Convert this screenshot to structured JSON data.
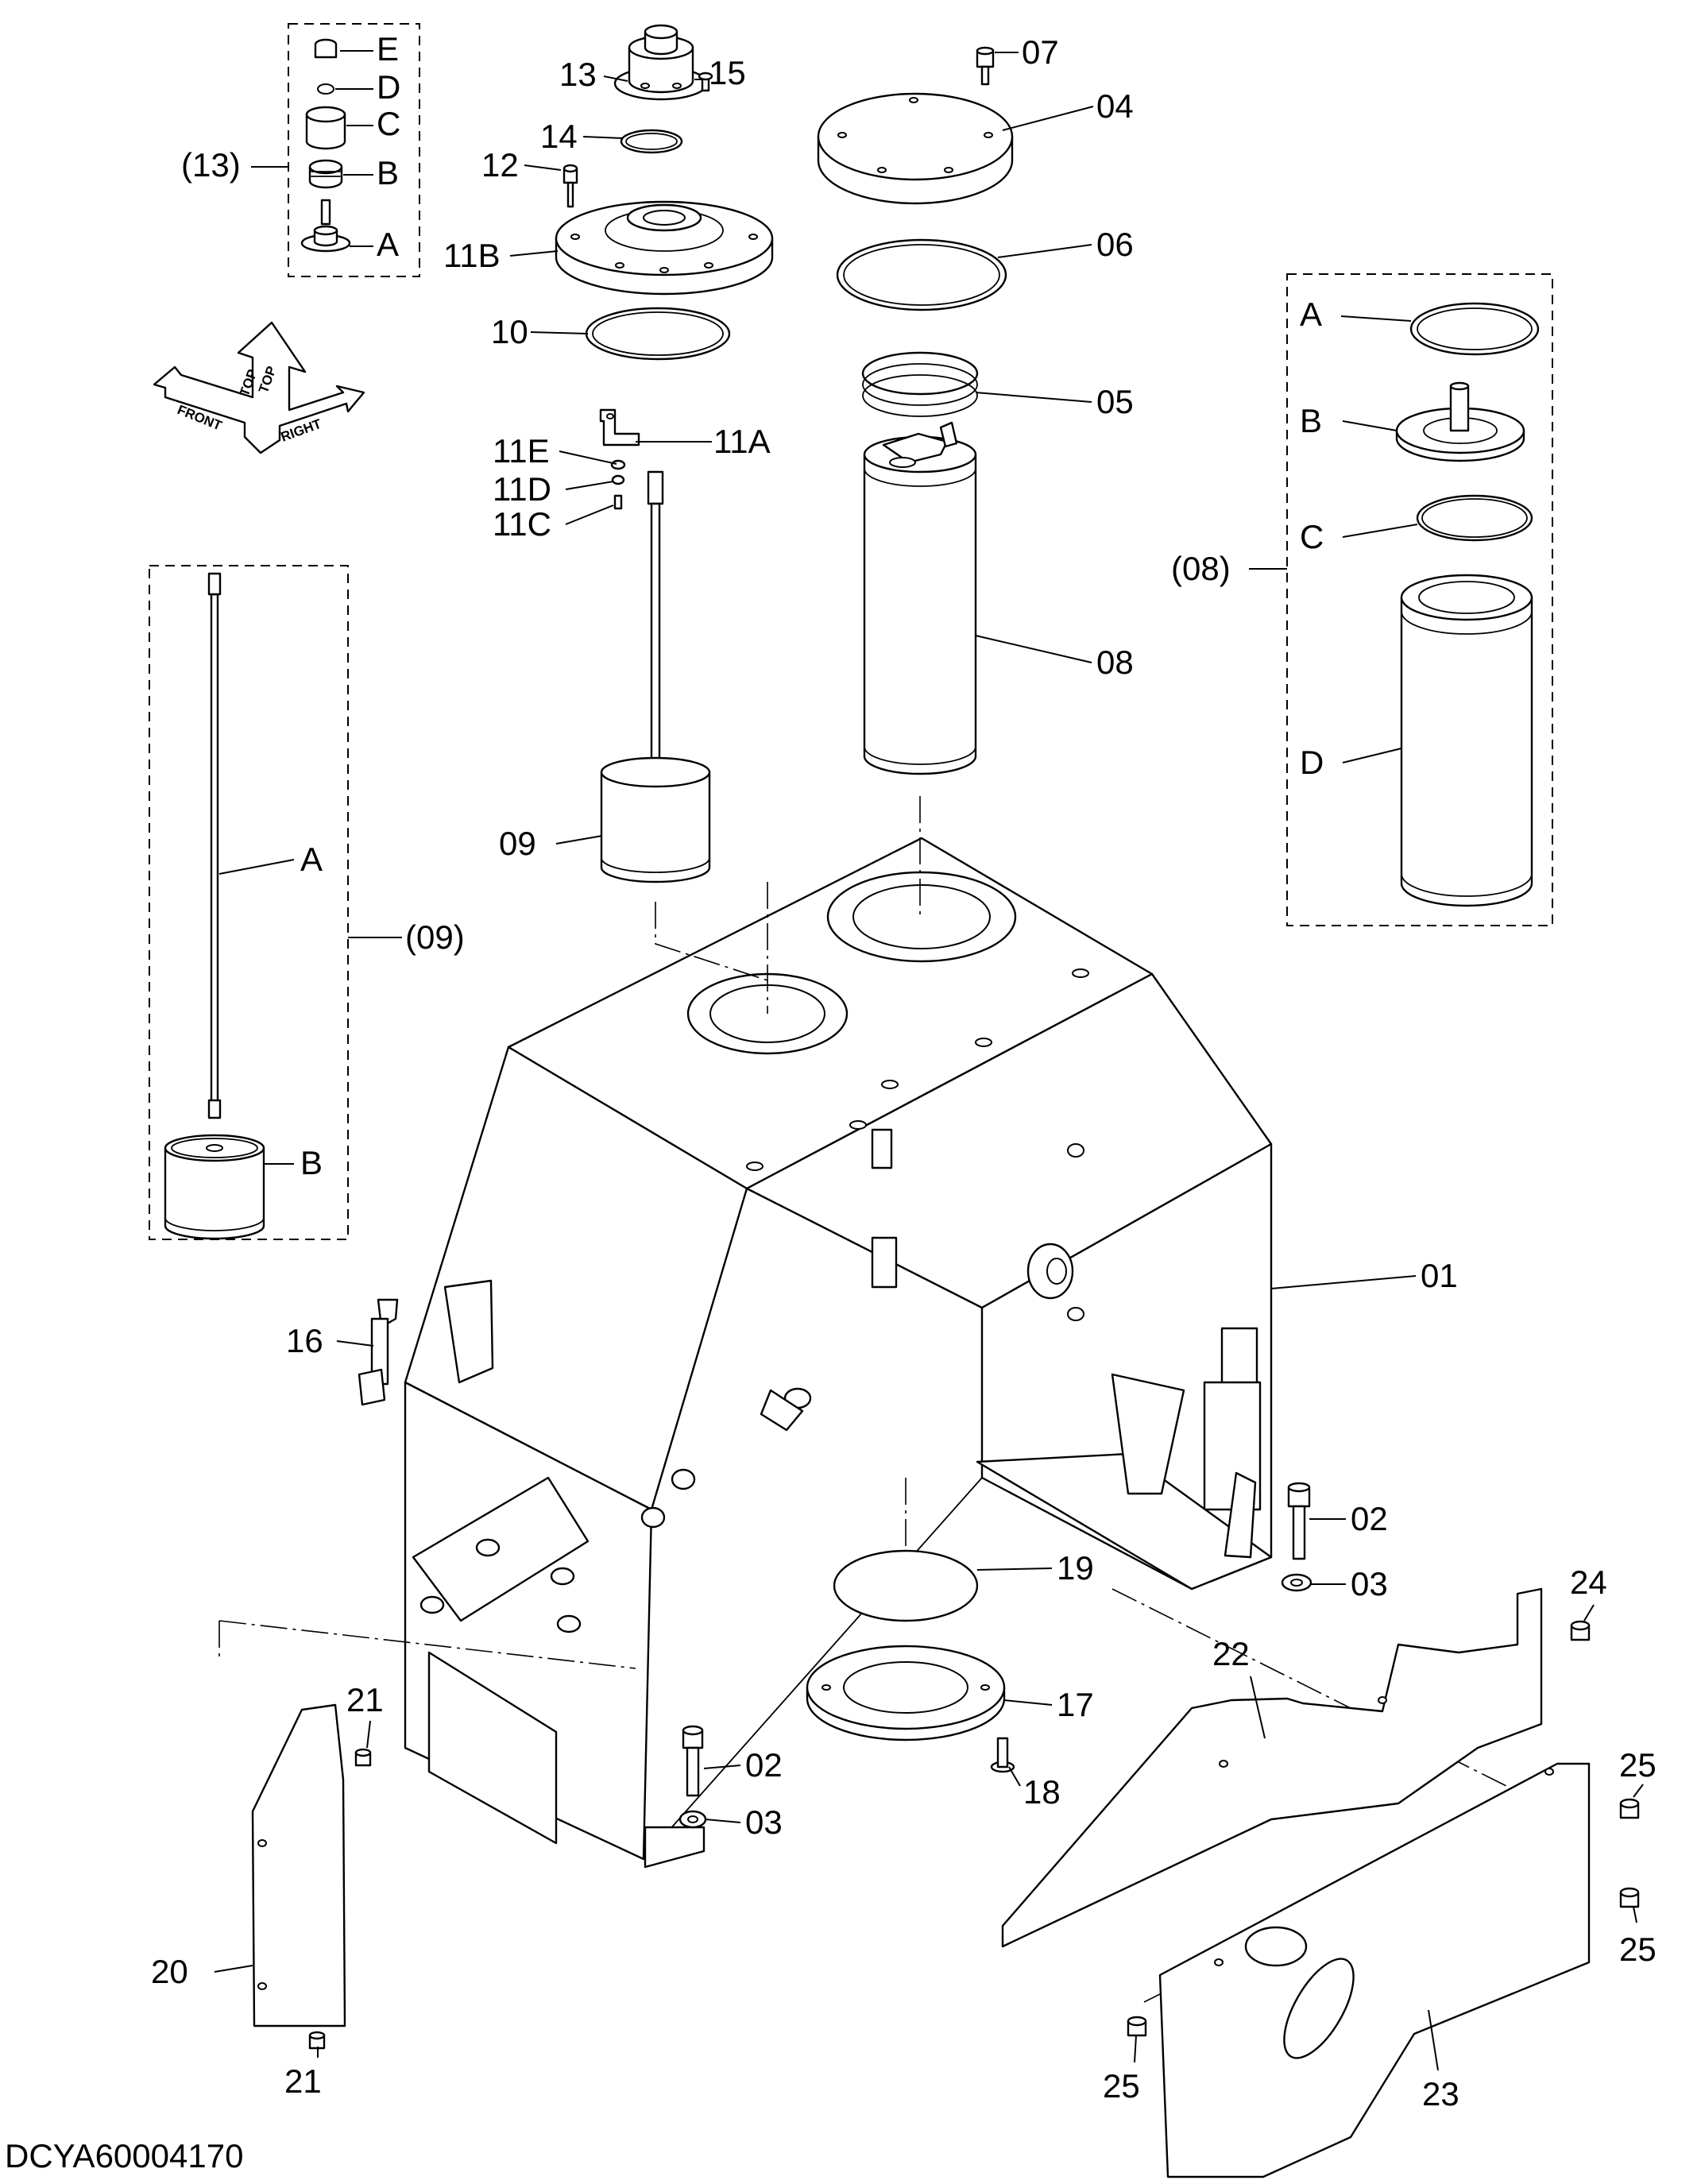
{
  "drawing_code": "DCYA60004170",
  "orientation": {
    "front": "FRONT",
    "top": "TOP",
    "right": "RIGHT"
  },
  "labels": {
    "p01": "01",
    "p02a": "02",
    "p02b": "02",
    "p03a": "03",
    "p03b": "03",
    "p04": "04",
    "p05": "05",
    "p06": "06",
    "p07": "07",
    "p08": "08",
    "p09": "09",
    "p10": "10",
    "p11a": "11A",
    "p11b": "11B",
    "p11c": "11C",
    "p11d": "11D",
    "p11e": "11E",
    "p12": "12",
    "p13": "13",
    "p14": "14",
    "p15": "15",
    "p16": "16",
    "p17": "17",
    "p18": "18",
    "p19": "19",
    "p20": "20",
    "p21a": "21",
    "p21b": "21",
    "p22": "22",
    "p23": "23",
    "p24": "24",
    "p25a": "25",
    "p25b": "25",
    "p25c": "25",
    "g13": "(13)",
    "g13_a": "A",
    "g13_b": "B",
    "g13_c": "C",
    "g13_d": "D",
    "g13_e": "E",
    "g08": "(08)",
    "g08_a": "A",
    "g08_b": "B",
    "g08_c": "C",
    "g08_d": "D",
    "g09": "(09)",
    "g09_a": "A",
    "g09_b": "B"
  }
}
